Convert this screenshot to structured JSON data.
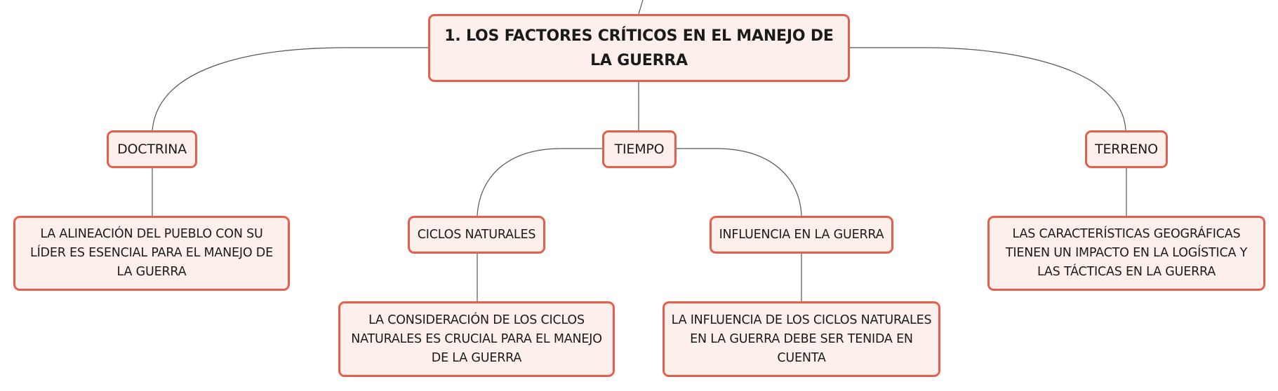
{
  "mind_map": {
    "central_topic": "1. LOS FACTORES CRÍTICOS EN EL MANEJO DE LA GUERRA",
    "branches": [
      {
        "label": "DOCTRINA",
        "children": [
          {
            "label": "LA ALINEACIÓN DEL PUEBLO CON SU LÍDER ES ESENCIAL PARA EL MANEJO DE LA GUERRA"
          }
        ]
      },
      {
        "label": "TIEMPO",
        "children": [
          {
            "label": "CICLOS NATURALES",
            "children": [
              {
                "label": "LA CONSIDERACIÓN DE LOS CICLOS NATURALES ES CRUCIAL PARA EL MANEJO DE LA GUERRA"
              }
            ]
          },
          {
            "label": "INFLUENCIA EN LA GUERRA",
            "children": [
              {
                "label": "LA INFLUENCIA DE LOS CICLOS NATURALES EN LA GUERRA DEBE SER TENIDA EN CUENTA"
              }
            ]
          }
        ]
      },
      {
        "label": "TERRENO",
        "children": [
          {
            "label": "LAS CARACTERÍSTICAS GEOGRÁFICAS TIENEN UN IMPACTO EN LA LOGÍSTICA Y LAS TÁCTICAS EN LA GUERRA"
          }
        ]
      }
    ]
  },
  "colors": {
    "node_border": "#e5604c",
    "node_fill": "#fdf0ec",
    "connector": "#555555",
    "text": "#1a1a1a"
  }
}
